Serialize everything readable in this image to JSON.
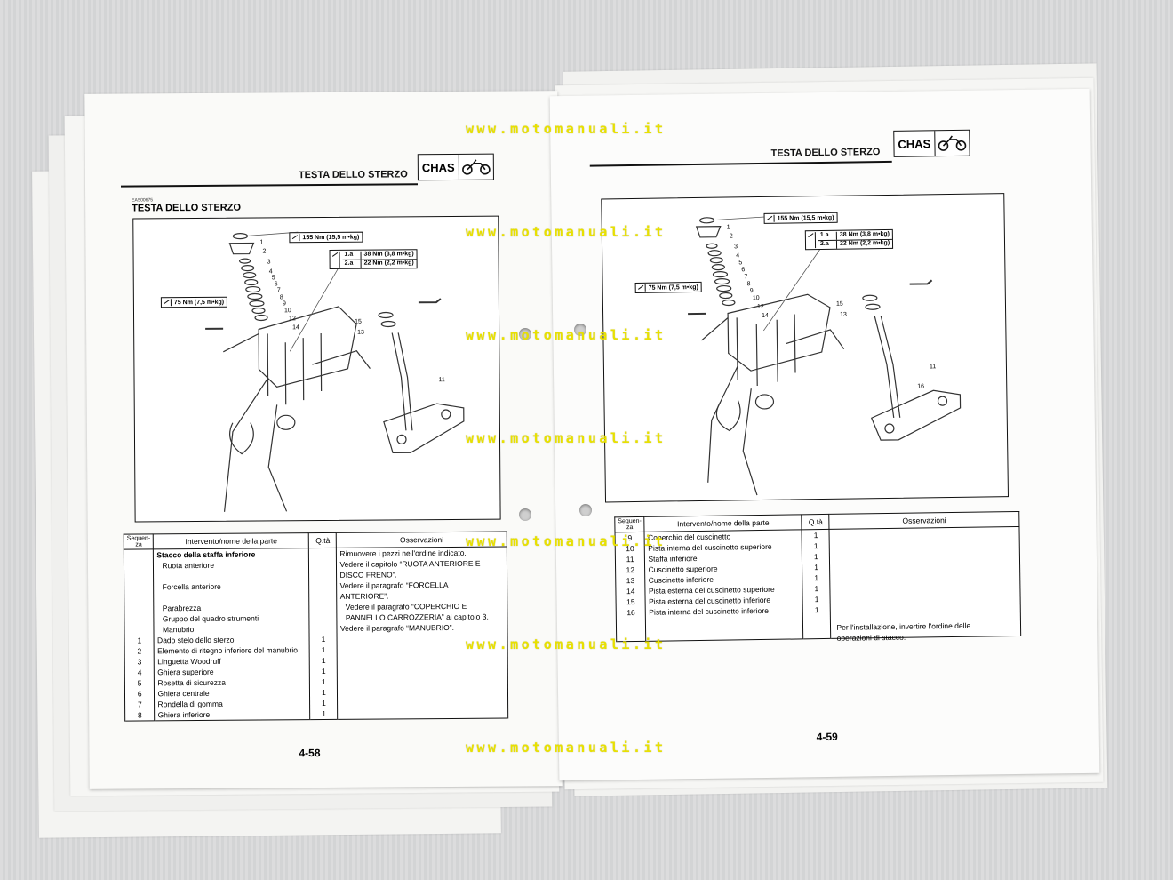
{
  "watermark": "www.motomanuali.it",
  "left_page": {
    "header_title": "TESTA DELLO STERZO",
    "badge": {
      "text": "CHAS",
      "icon": "motorcycle-icon"
    },
    "code": "EAS00675",
    "section_title": "TESTA DELLO STERZO",
    "torque": {
      "top": "155 Nm (15,5 m•kg)",
      "mid_1a_label": "1.a",
      "mid_1a": "38 Nm (3,8 m•kg)",
      "mid_2a_label": "2.a",
      "mid_2a": "22 Nm (2,2 m•kg)",
      "left": "75 Nm (7,5 m•kg)"
    },
    "callouts": [
      "1",
      "2",
      "3",
      "4",
      "5",
      "6",
      "7",
      "8",
      "9",
      "10",
      "12",
      "14",
      "15",
      "13",
      "11"
    ],
    "table": {
      "headers": {
        "seq": "Sequen-za",
        "item": "Intervento/nome della parte",
        "qty": "Q.tà",
        "notes": "Osservazioni"
      },
      "rows": [
        {
          "seq": "",
          "item": "Stacco della staffa inferiore",
          "qty": "",
          "bold": true
        },
        {
          "seq": "",
          "item": "Ruota anteriore",
          "qty": ""
        },
        {
          "seq": "",
          "item": "",
          "qty": ""
        },
        {
          "seq": "",
          "item": "Forcella anteriore",
          "qty": ""
        },
        {
          "seq": "",
          "item": "",
          "qty": ""
        },
        {
          "seq": "",
          "item": "Parabrezza",
          "qty": ""
        },
        {
          "seq": "",
          "item": "Gruppo del quadro strumenti",
          "qty": ""
        },
        {
          "seq": "",
          "item": "Manubrio",
          "qty": ""
        },
        {
          "seq": "1",
          "item": "Dado stelo dello sterzo",
          "qty": "1"
        },
        {
          "seq": "2",
          "item": "Elemento di ritegno inferiore del manubrio",
          "qty": "1"
        },
        {
          "seq": "3",
          "item": "Linguetta Woodruff",
          "qty": "1"
        },
        {
          "seq": "4",
          "item": "Ghiera superiore",
          "qty": "1"
        },
        {
          "seq": "5",
          "item": "Rosetta di sicurezza",
          "qty": "1"
        },
        {
          "seq": "6",
          "item": "Ghiera centrale",
          "qty": "1"
        },
        {
          "seq": "7",
          "item": "Rondella di gomma",
          "qty": "1"
        },
        {
          "seq": "8",
          "item": "Ghiera inferiore",
          "qty": "1"
        }
      ],
      "notes": [
        "Rimuovere i pezzi nell'ordine indicato.",
        "Vedere il capitolo “RUOTA ANTERIORE E",
        "DISCO FRENO”.",
        "Vedere il paragrafo “FORCELLA",
        "ANTERIORE”.",
        "Vedere il paragrafo “COPERCHIO E",
        "PANNELLO CARROZZERIA” al capitolo 3.",
        "Vedere il paragrafo “MANUBRIO”."
      ]
    },
    "page_number": "4-58"
  },
  "right_page": {
    "header_title": "TESTA DELLO STERZO",
    "badge": {
      "text": "CHAS",
      "icon": "motorcycle-icon"
    },
    "torque": {
      "top": "155 Nm (15,5 m•kg)",
      "mid_1a_label": "1.a",
      "mid_1a": "38 Nm (3,8 m•kg)",
      "mid_2a_label": "2.a",
      "mid_2a": "22 Nm (2,2 m•kg)",
      "left": "75 Nm (7,5 m•kg)"
    },
    "callouts": [
      "1",
      "2",
      "3",
      "4",
      "5",
      "6",
      "7",
      "8",
      "9",
      "10",
      "12",
      "14",
      "15",
      "13",
      "11",
      "16"
    ],
    "table": {
      "headers": {
        "seq": "Sequen-za",
        "item": "Intervento/nome della parte",
        "qty": "Q.tà",
        "notes": "Osservazioni"
      },
      "rows": [
        {
          "seq": "9",
          "item": "Coperchio del cuscinetto",
          "qty": "1"
        },
        {
          "seq": "10",
          "item": "Pista interna del cuscinetto superiore",
          "qty": "1"
        },
        {
          "seq": "11",
          "item": "Staffa inferiore",
          "qty": "1"
        },
        {
          "seq": "12",
          "item": "Cuscinetto superiore",
          "qty": "1"
        },
        {
          "seq": "13",
          "item": "Cuscinetto inferiore",
          "qty": "1"
        },
        {
          "seq": "14",
          "item": "Pista esterna del cuscinetto superiore",
          "qty": "1"
        },
        {
          "seq": "15",
          "item": "Pista esterna del cuscinetto inferiore",
          "qty": "1"
        },
        {
          "seq": "16",
          "item": "Pista interna del cuscinetto inferiore",
          "qty": "1"
        }
      ],
      "notes": [
        "Per l'installazione, invertire l'ordine delle",
        "operazioni di stacco."
      ]
    },
    "page_number": "4-59"
  }
}
